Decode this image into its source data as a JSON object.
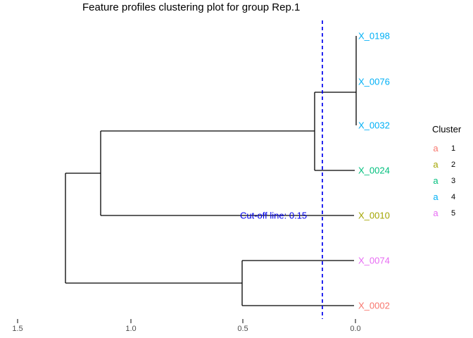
{
  "chart_data": {
    "type": "dendrogram",
    "title": "Feature profiles clustering plot for group Rep.1",
    "orientation": "horizontal; leaves on right at height 0, height increases to the left",
    "grid": "off",
    "line_color": "#000000",
    "axis": {
      "ticks": [
        "1.5",
        "1.0",
        "0.5",
        "0.0"
      ],
      "tick_values": [
        1.5,
        1.0,
        0.5,
        0.0
      ],
      "range": [
        1.55,
        -0.05
      ]
    },
    "leaves": [
      {
        "label": "X_0198",
        "cluster": "4",
        "color": "#00B0F6"
      },
      {
        "label": "X_0076",
        "cluster": "4",
        "color": "#00B0F6"
      },
      {
        "label": "X_0032",
        "cluster": "4",
        "color": "#00B0F6"
      },
      {
        "label": "X_0024",
        "cluster": "3",
        "color": "#00BF7D"
      },
      {
        "label": "X_0010",
        "cluster": "2",
        "color": "#A3A500"
      },
      {
        "label": "X_0074",
        "cluster": "5",
        "color": "#E76BF3"
      },
      {
        "label": "X_0002",
        "cluster": "1",
        "color": "#F8766D"
      }
    ],
    "merges": [
      {
        "members": [
          "X_0198",
          "X_0076"
        ],
        "height": 0.0
      },
      {
        "members": [
          "X_0198+X_0076",
          "X_0032"
        ],
        "height": 0.0
      },
      {
        "members": [
          "X_0198+X_0076+X_0032",
          "X_0024"
        ],
        "height": 0.18
      },
      {
        "members": [
          "X_0074",
          "X_0002"
        ],
        "height": 0.5
      },
      {
        "members": [
          "X_0198+X_0076+X_0032+X_0024",
          "X_0010"
        ],
        "height": 1.13
      },
      {
        "members": [
          "upper-five-cluster",
          "X_0074+X_0002"
        ],
        "height": 1.29
      }
    ],
    "cutoff": {
      "value": 0.15,
      "label": "Cut-off line: 0.15",
      "color": "#0000EE",
      "style": "dashed vertical line"
    }
  },
  "legend": {
    "title": "Cluster",
    "key_glyph": "a",
    "entries": [
      {
        "label": "1",
        "color": "#F8766D"
      },
      {
        "label": "2",
        "color": "#A3A500"
      },
      {
        "label": "3",
        "color": "#00BF7D"
      },
      {
        "label": "4",
        "color": "#00B0F6"
      },
      {
        "label": "5",
        "color": "#E76BF3"
      }
    ]
  }
}
